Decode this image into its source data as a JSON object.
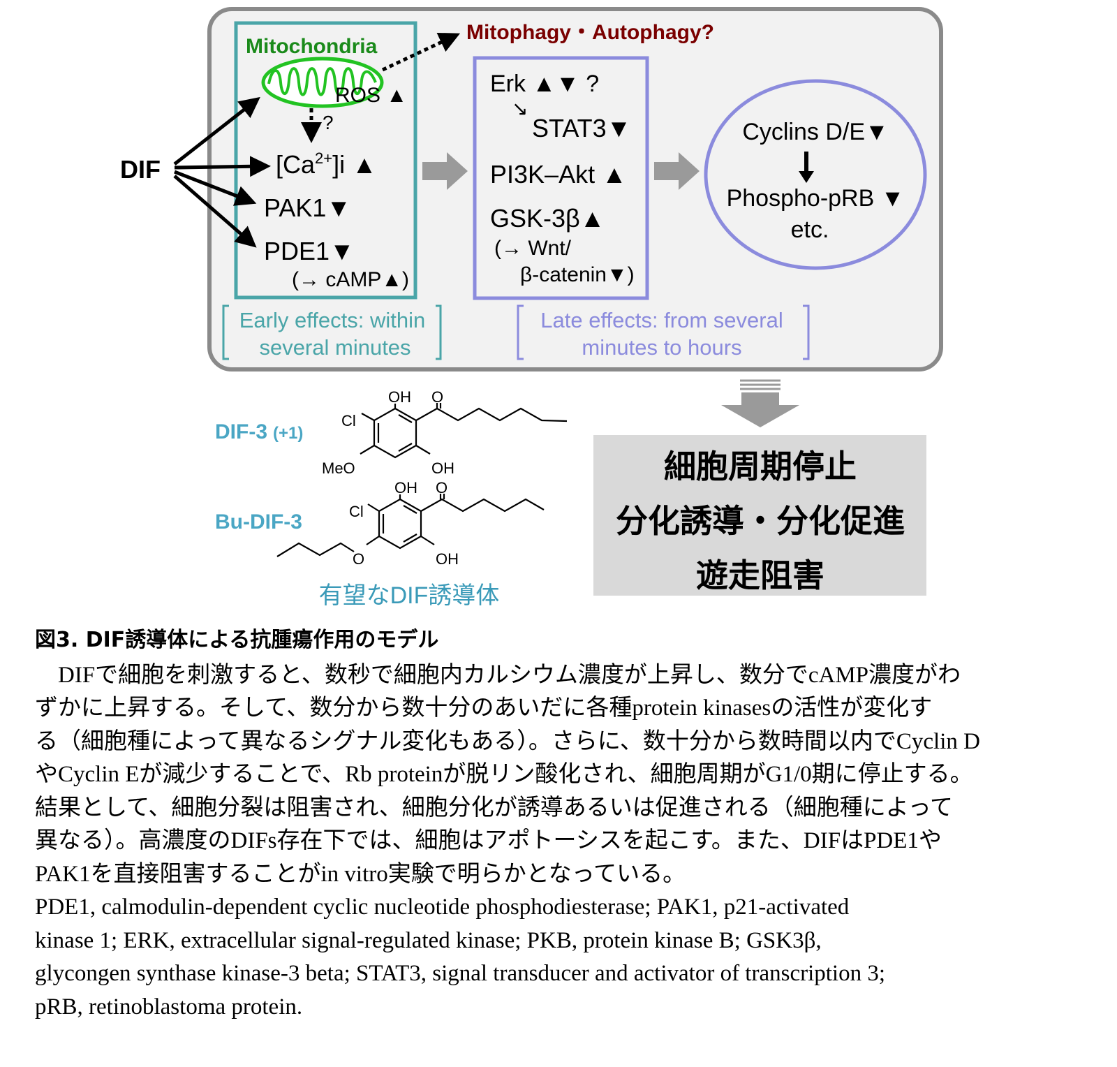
{
  "diagram": {
    "dif_label": "DIF",
    "mitochondria_label": "Mitochondria",
    "mitophagy_label": "Mitophagy・Autophagy?",
    "early": {
      "ros": "ROS ▲",
      "question": "?",
      "ca": "[Ca",
      "ca_sup": "2+",
      "ca_sub": "]i ▲",
      "pak1": "PAK1▼",
      "pde1": "PDE1▼",
      "camp": "(→ cAMP▲)"
    },
    "late": {
      "erk": "Erk ▲▼ ?",
      "erk_arrow": "↘",
      "stat3": "STAT3▼",
      "pi3k": "PI3K–Akt ▲",
      "gsk": "GSK-3β▲",
      "wnt": "(→ Wnt/",
      "catenin": "β-catenin▼)"
    },
    "cycle": {
      "cyclins": "Cyclins D/E▼",
      "phospho": "Phospho-pRB ▼",
      "etc": "etc."
    },
    "early_bracket": [
      "Early effects: within",
      "several minutes"
    ],
    "late_bracket": [
      "Late effects: from several",
      "minutes to hours"
    ],
    "compounds": {
      "dif3": "DIF-3",
      "dif3_suffix": "(+1)",
      "budif3": "Bu-DIF-3",
      "oh": "OH",
      "o": "O",
      "cl": "Cl",
      "meo": "MeO",
      "o_ether": "O",
      "caption": "有望なDIF誘導体"
    },
    "outcomes": [
      "細胞周期停止",
      "分化誘導・分化促進",
      "遊走阻害"
    ]
  },
  "caption": {
    "title": "図3. DIF誘導体による抗腫瘍作用のモデル",
    "lines": [
      "　DIFで細胞を刺激すると、数秒で細胞内カルシウム濃度が上昇し、数分でcAMP濃度がわ",
      "ずかに上昇する。そして、数分から数十分のあいだに各種protein kinasesの活性が変化す",
      "る（細胞種によって異なるシグナル変化もある）。さらに、数十分から数時間以内でCyclin D",
      "やCyclin Eが減少することで、Rb proteinが脱リン酸化され、細胞周期がG1/0期に停止する。",
      "結果として、細胞分裂は阻害され、細胞分化が誘導あるいは促進される（細胞種によって",
      "異なる）。高濃度のDIFs存在下では、細胞はアポトーシスを起こす。また、DIFはPDE1や",
      "PAK1を直接阻害することがin vitro実験で明らかとなっている。",
      "PDE1, calmodulin-dependent cyclic nucleotide phosphodiesterase; PAK1, p21-activated",
      "kinase 1; ERK, extracellular signal-regulated kinase; PKB, protein kinase B; GSK3β,",
      "glycongen synthase kinase-3 beta; STAT3, signal transducer and activator of transcription 3;",
      "pRB, retinoblastoma protein."
    ]
  },
  "colors": {
    "teal": "#4aa5a8",
    "purple": "#8b8bdd",
    "green": "#22c322",
    "maroon": "#7a0000",
    "label_blue": "#4aa6c4"
  }
}
